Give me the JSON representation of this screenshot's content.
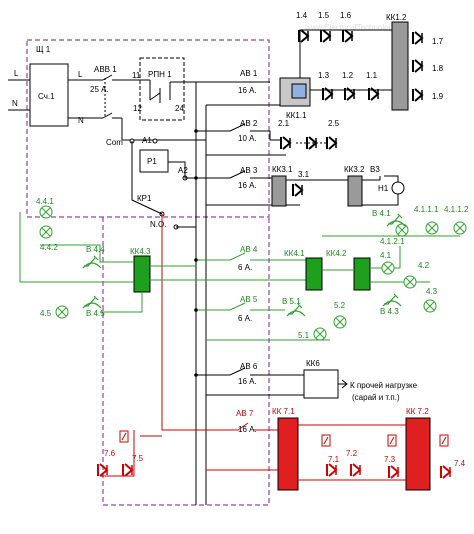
{
  "panel": {
    "label": "Щ 1"
  },
  "meter": {
    "label": "Сч.1"
  },
  "inputs": {
    "L_in": "L",
    "N_in": "N",
    "L_out": "L",
    "N_out": "N"
  },
  "main_breaker": {
    "name": "АВВ 1",
    "rating": "25 А."
  },
  "relay": {
    "name": "РПН 1",
    "pin11": "11",
    "pin12": "12",
    "pin24": "24"
  },
  "controller": {
    "com": "Com",
    "a1": "А1",
    "a2": "А2",
    "p1": "Р1",
    "kr1": "КР1",
    "no": "N.O."
  },
  "breakers": [
    {
      "name": "АВ 1",
      "rating": "16 А."
    },
    {
      "name": "АВ 2",
      "rating": "10 А."
    },
    {
      "name": "АВ 3",
      "rating": "16 А."
    },
    {
      "name": "АВ 4",
      "rating": "6 А."
    },
    {
      "name": "АВ 5",
      "rating": "6 А."
    },
    {
      "name": "АВ 6",
      "rating": "16 А."
    },
    {
      "name": "АВ 7",
      "rating": "16 А."
    }
  ],
  "boxes": {
    "kk11": "КК1.1",
    "kk12": "КК1.2",
    "kk31": "КК3.1",
    "kk32": "КК3.2",
    "kk41": "КК4.1",
    "kk42": "КК4.2",
    "kk43": "КК4.3",
    "kk6": "КК6",
    "kk71": "КК 7.1",
    "kk72": "КК 7.2"
  },
  "group1": {
    "top": [
      "1.4",
      "1.5",
      "1.6"
    ],
    "mid": [
      "1.3",
      "1.2",
      "1.1"
    ],
    "right": [
      "1.7",
      "1.8",
      "1.9"
    ]
  },
  "group2": [
    "2.1",
    "2.5"
  ],
  "group3": {
    "socket": "3.1",
    "switch": "В3",
    "fan": "Н1"
  },
  "group4": {
    "sw41": "В 4.1",
    "l4111": "4.1.1.1",
    "l4112": "4.1.1.2",
    "l4121": "4.1.2.1",
    "l41": "4.1",
    "l42": "4.2",
    "l43": "4.3",
    "sw43": "В 4.3",
    "sw44": "В 4.4",
    "l441": "4.4.1",
    "l442": "4.4.2",
    "l45": "4.5",
    "sw45": "В 4.5"
  },
  "group5": {
    "sw51": "В 5.1",
    "l51": "5.1",
    "l52": "5.2"
  },
  "group6": {
    "note_line1": "К прочей нагрузке",
    "note_line2": "(сарай и т.п.)"
  },
  "group7": [
    "7.6",
    "7.5",
    "7.1",
    "7.2",
    "7.3",
    "7.4"
  ],
  "watermark": "www.ElectricalTechnology.ru"
}
